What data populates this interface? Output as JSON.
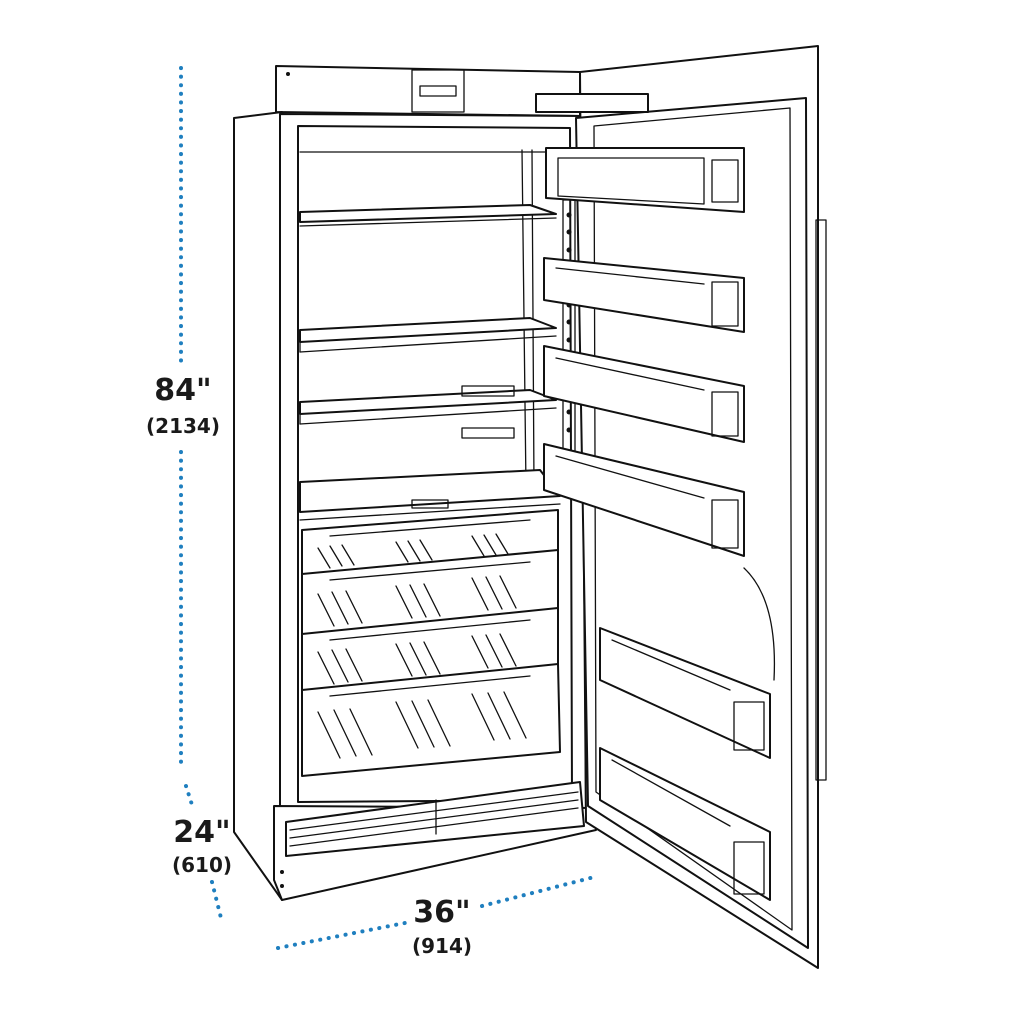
{
  "accent_color": "#1f7fbf",
  "dimensions": {
    "height": {
      "imperial": "84\"",
      "metric": "(2134)"
    },
    "depth": {
      "imperial": "24\"",
      "metric": "(610)"
    },
    "width": {
      "imperial": "36\"",
      "metric": "(914)"
    }
  }
}
